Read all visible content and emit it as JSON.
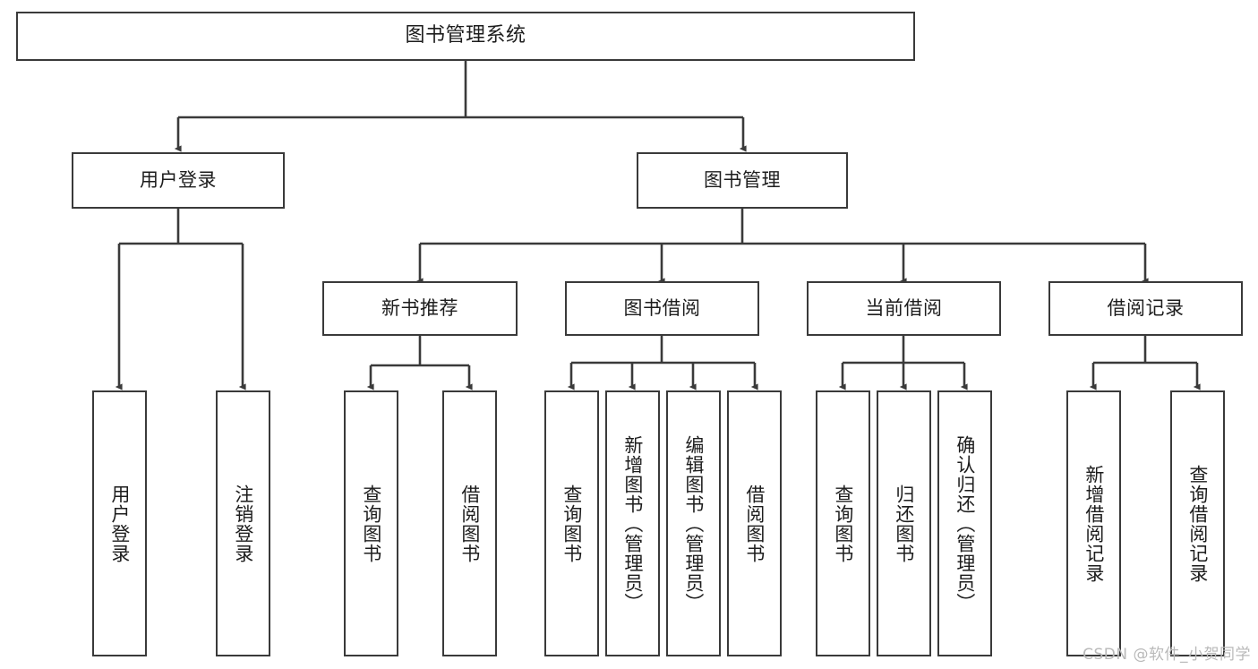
{
  "diagram": {
    "title": "图书管理系统",
    "type": "tree",
    "watermark": "CSDN @软件_小贺同学",
    "colors": {
      "stroke": "#3a3a3a",
      "fill": "#ffffff",
      "text": "#1d1d1d",
      "watermark": "#b9b9b9"
    },
    "nodes": {
      "root": {
        "label": "图书管理系统"
      },
      "level2": [
        {
          "id": "user-login",
          "label": "用户登录"
        },
        {
          "id": "book-manage",
          "label": "图书管理"
        }
      ],
      "level3": [
        {
          "id": "new-book-recommend",
          "label": "新书推荐"
        },
        {
          "id": "book-borrow",
          "label": "图书借阅"
        },
        {
          "id": "current-borrow",
          "label": "当前借阅"
        },
        {
          "id": "borrow-record",
          "label": "借阅记录"
        }
      ],
      "leaves": {
        "user_login": [
          {
            "id": "leaf-user-login",
            "label": "用户登录"
          },
          {
            "id": "leaf-logout-login",
            "label": "注销登录"
          }
        ],
        "new_book_recommend": [
          {
            "id": "leaf-query-book-1",
            "label": "查询图书"
          },
          {
            "id": "leaf-borrow-book-1",
            "label": "借阅图书"
          }
        ],
        "book_borrow": [
          {
            "id": "leaf-query-book-2",
            "label": "查询图书"
          },
          {
            "id": "leaf-add-book",
            "label": "新增图书（管理员）"
          },
          {
            "id": "leaf-edit-book",
            "label": "编辑图书（管理员）"
          },
          {
            "id": "leaf-borrow-book-2",
            "label": "借阅图书"
          }
        ],
        "current_borrow": [
          {
            "id": "leaf-query-book-3",
            "label": "查询图书"
          },
          {
            "id": "leaf-return-book",
            "label": "归还图书"
          },
          {
            "id": "leaf-confirm-return",
            "label": "确认归还（管理员）"
          }
        ],
        "borrow_record": [
          {
            "id": "leaf-add-record",
            "label": "新增借阅记录"
          },
          {
            "id": "leaf-query-record",
            "label": "查询借阅记录"
          }
        ]
      }
    }
  }
}
